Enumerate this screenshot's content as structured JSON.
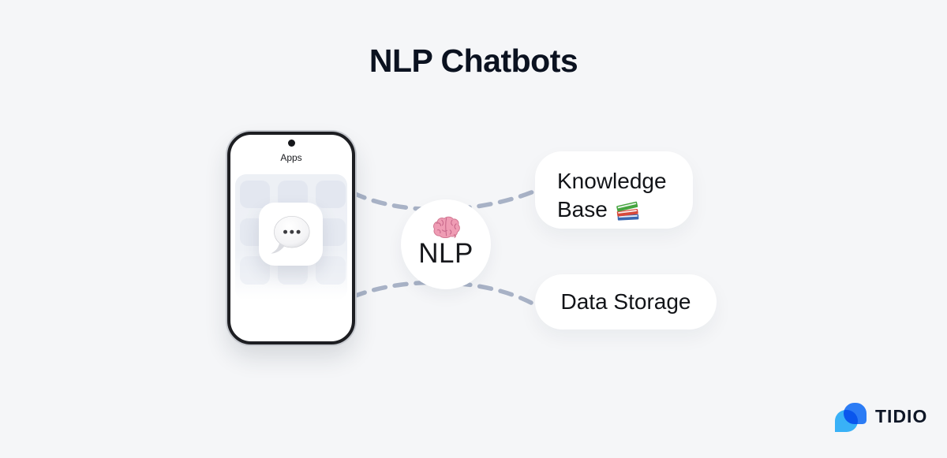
{
  "title": "NLP Chatbots",
  "phone": {
    "header_label": "Apps",
    "app_icon": "speech-balloon-icon"
  },
  "nlp_node": {
    "label": "NLP",
    "icon": "brain-icon"
  },
  "nodes": {
    "knowledge_base": {
      "line1": "Knowledge",
      "line2": "Base",
      "icon": "books-icon"
    },
    "data_storage": {
      "label": "Data Storage"
    }
  },
  "connections": {
    "style": "dashed",
    "links": [
      "phone-to-knowledge-base-via-nlp",
      "phone-to-data-storage-via-nlp"
    ]
  },
  "brand": {
    "name": "TIDIO",
    "logo": "tidio-double-bubble-icon"
  },
  "colors": {
    "background": "#f5f6f8",
    "title_text": "#0b1220",
    "node_background": "#ffffff",
    "dash": "#a8b2c6",
    "app_tile": "#e3e7f0",
    "phone_frame": "#1d1e22",
    "brand_blue": "#2c7cf5",
    "brand_light_blue": "#39b1f7",
    "brand_text": "#0e1626",
    "brain_pink": "#ef9cb4"
  }
}
